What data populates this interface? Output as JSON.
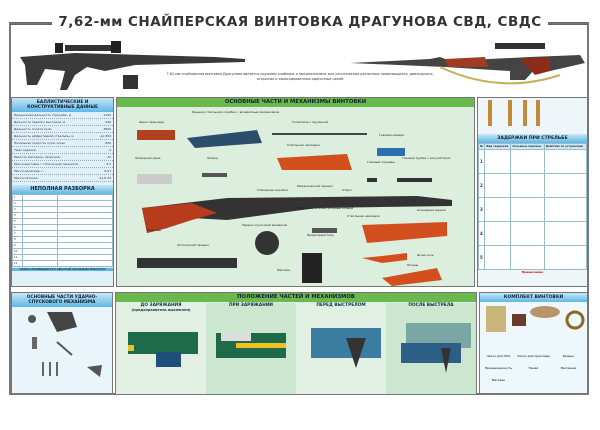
{
  "title": "7,62-мм СНАЙПЕРСКАЯ ВИНТОВКА ДРАГУНОВА СВД, СВДС",
  "intro": "7,62-мм снайперская винтовка Драгунова является оружием снайпера и предназначена для уничтожения различных появляющихся, движущихся, открытых и замаскированных одиночных целей",
  "ballistic": {
    "title": "БАЛЛИСТИЧЕСКИЕ И КОНСТРУКТИВНЫЕ ДАННЫЕ",
    "rows": [
      [
        "Прицельная дальность стрельбы, м",
        "1300"
      ],
      [
        "Дальность прямого выстрела, м",
        "430"
      ],
      [
        "Дальность полета пули",
        "3800"
      ],
      [
        "Дальность эффективной стрельбы, м",
        "до 800"
      ],
      [
        "Начальная скорость пули, м/сек",
        "830"
      ],
      [
        "Темп нарезов",
        "4"
      ],
      [
        "Емкость магазина, патронов",
        "10"
      ],
      [
        "Масса винтовки с оптическим прицелом",
        "4,3"
      ],
      [
        "Масса магазина, г",
        "0,21"
      ],
      [
        "Масса патрона",
        "21,8-24"
      ]
    ]
  },
  "disassembly": {
    "title": "НЕПОЛНАЯ РАЗБОРКА",
    "steps": [
      "1",
      "2",
      "3",
      "4",
      "5",
      "6",
      "7",
      "8",
      "9",
      "10",
      "11",
      "12"
    ],
    "footer": "СБОРКА ПРОИЗВОДИТСЯ В ОБРАТНОЙ ПОСЛЕДОВАТЕЛЬНОСТИ"
  },
  "parts": {
    "title": "ОСНОВНЫЕ ЧАСТИ И МЕХАНИЗМЫ ВИНТОВКИ",
    "labels": [
      "Щека приклада",
      "Крышка ствольной коробки с возвратным механизмом",
      "Толкатель с пружиной",
      "Газовая камера",
      "Ствольная накладка",
      "Затворная рама",
      "Затвор",
      "Газовый поршень",
      "Газовая трубка с регулятором",
      "Ствольная коробка",
      "Механический прицел",
      "Ствол",
      "Основание мушки",
      "Верхнее и нижнее упорные кольца",
      "Приклад",
      "Ударно-спусковой механизм",
      "Предохранитель",
      "Ствольная накладка",
      "Штык-нож",
      "Оптический прицел",
      "Магазин",
      "Ножны"
    ]
  },
  "delays": {
    "title": "ЗАДЕРЖКИ ПРИ СТРЕЛЬБЕ",
    "columns": [
      "№",
      "Вид задержки",
      "Основные причины",
      "Действия по устранению"
    ],
    "numbers": [
      "1",
      "2",
      "3",
      "4",
      "5"
    ],
    "note": "Примечание"
  },
  "trigger": {
    "title": "ОСНОВНЫЕ ЧАСТИ УДАРНО-СПУСКОВОГО МЕХАНИЗМА"
  },
  "positions": {
    "title": "ПОЛОЖЕНИЕ ЧАСТЕЙ И МЕХАНИЗМОВ",
    "stages": [
      "ДО ЗАРЯЖАНИЯ",
      "ПРИ ЗАРЯЖАНИИ",
      "ПЕРЕД ВЫСТРЕЛОМ",
      "ПОСЛЕ ВЫСТРЕЛА"
    ],
    "stage0_sub": "(предохранитель выключен)"
  },
  "kit": {
    "title": "КОМПЛЕКТ ВИНТОВКИ",
    "items": [
      "Чехол для ПСО",
      "Чехол для приклада",
      "Ремень",
      "Принадлежность",
      "Пенал",
      "Масленка",
      "Магазин"
    ]
  }
}
